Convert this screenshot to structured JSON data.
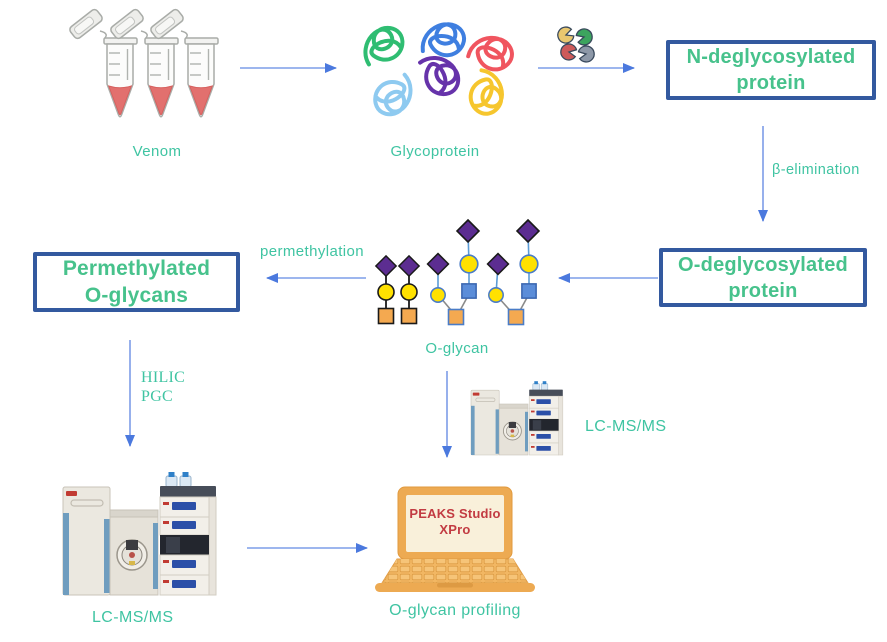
{
  "colors": {
    "arrow_line_blue": "#7d9de8",
    "arrowhead_blue": "#4b79de",
    "box_border_blue": "#33599f",
    "box_text_green": "#47c28c",
    "label_teal": "#3fc4a2",
    "software_text_red": "#c23b42",
    "laptop_orange": "#edaa52",
    "glycan_purple": "#5c2d91",
    "glycan_yellow": "#ffe100",
    "glycan_orange": "#f4a950",
    "glycan_blue_square": "#5b8dd9",
    "venom_red": "#e2706e"
  },
  "nodes": {
    "venom": {
      "label": "Venom"
    },
    "glycoprotein": {
      "label": "Glycoprotein"
    },
    "n_deglycosylated_protein": {
      "label": "N-deglycosylated\nprotein"
    },
    "o_deglycosylated_protein": {
      "label": "O-deglycosylated\nprotein"
    },
    "o_glycan": {
      "label": "O-glycan"
    },
    "permethylated_o_glycans": {
      "label": "Permethylated\nO-glycans"
    },
    "lcms_after_hilic_pgc": {
      "label": "LC-MS/MS"
    },
    "lcms_direct": {
      "label": "LC-MS/MS"
    },
    "analysis": {
      "software": "PEAKS Studio\nXPro",
      "label": "O-glycan profiling"
    }
  },
  "edges": {
    "beta_elimination": {
      "label": "β-elimination"
    },
    "permethylation": {
      "label": "permethylation"
    },
    "hilic_pgc": {
      "label": "HILIC\nPGC"
    }
  },
  "icons": [
    "venom-tubes-icon",
    "glycoprotein-tangle-icon",
    "enzymes-pacman-icon",
    "o-glycan-structure-icon",
    "lc-msms-instrument-icon",
    "laptop-icon"
  ]
}
